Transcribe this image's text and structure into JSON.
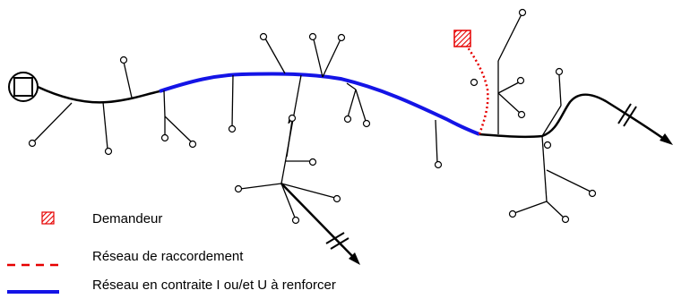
{
  "colors": {
    "network": "#000000",
    "reinforce": "#1414e6",
    "connection": "#e60000",
    "applicant": "#e60000",
    "background": "#ffffff"
  },
  "legend": {
    "applicant_label": "Demandeur",
    "connection_label": "Réseau de raccordement",
    "reinforce_label": "Réseau en contraite I ou/et U à renforcer"
  },
  "icons": {
    "source": "substation-icon",
    "applicant": "hatched-square-icon",
    "cut": "double-slash-break-icon",
    "arrow": "arrowhead-icon"
  }
}
